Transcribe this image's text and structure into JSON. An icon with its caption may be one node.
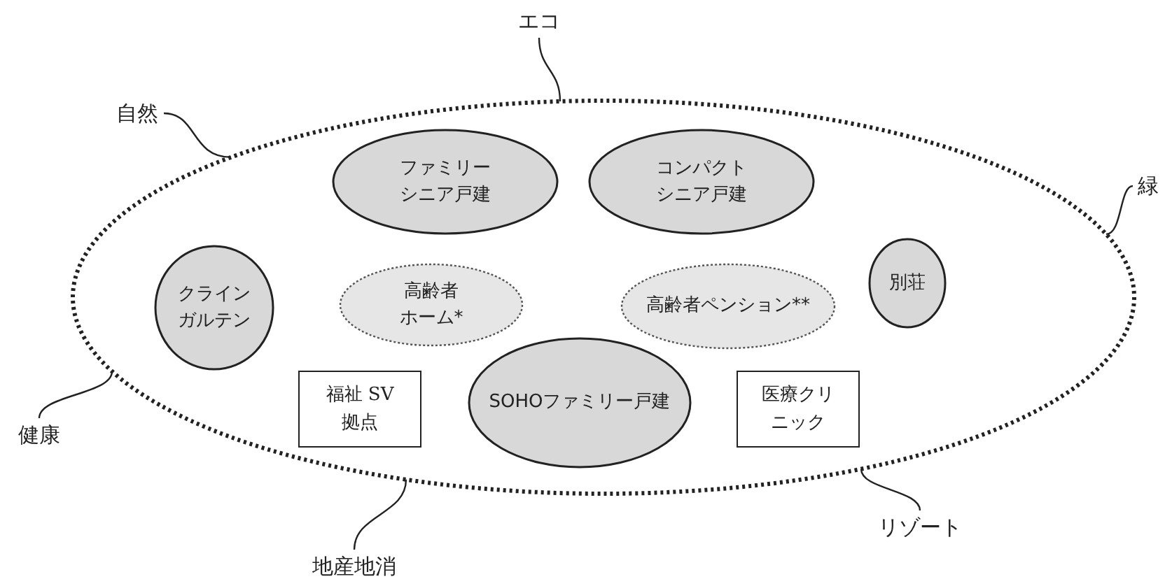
{
  "diagram": {
    "nodes": [
      {
        "text": [
          "エコ"
        ]
      },
      {
        "text": [
          "自然"
        ]
      },
      {
        "text": [
          "緑"
        ]
      },
      {
        "text": [],
        "shape": "circle"
      },
      {
        "text": [
          "ファミリーシニア戸建"
        ],
        "in": 3
      },
      {
        "text": [
          "コンパクトシニア戸建"
        ],
        "in": 3
      },
      {
        "text": [
          "クラインガルテン"
        ],
        "in": 3
      },
      {
        "text": [
          "高齢者ホーム*"
        ],
        "in": 3
      },
      {
        "text": [
          "高齢者ペンション**"
        ],
        "in": 3
      },
      {
        "text": [
          "別荘"
        ],
        "in": 3
      },
      {
        "text": [
          "福祉 SV拠点"
        ],
        "in": 3
      },
      {
        "text": [
          "SOHOファミリー戸建"
        ],
        "in": 3
      },
      {
        "text": [
          "医療クリニック"
        ],
        "in": 3
      },
      {
        "text": [
          "健康"
        ]
      },
      {
        "text": [
          "地産地消"
        ]
      },
      {
        "text": [
          "リゾート"
        ]
      }
    ],
    "edges": [
      {
        "from": 0,
        "to": 3,
        "arrow": "none"
      },
      {
        "from": 1,
        "to": 3,
        "arrow": "none"
      },
      {
        "from": 2,
        "to": 3,
        "arrow": "none"
      },
      {
        "from": 13,
        "to": 3,
        "arrow": "none"
      },
      {
        "from": 14,
        "to": 3,
        "arrow": "none"
      },
      {
        "from": 15,
        "to": 3,
        "arrow": "none"
      }
    ]
  }
}
